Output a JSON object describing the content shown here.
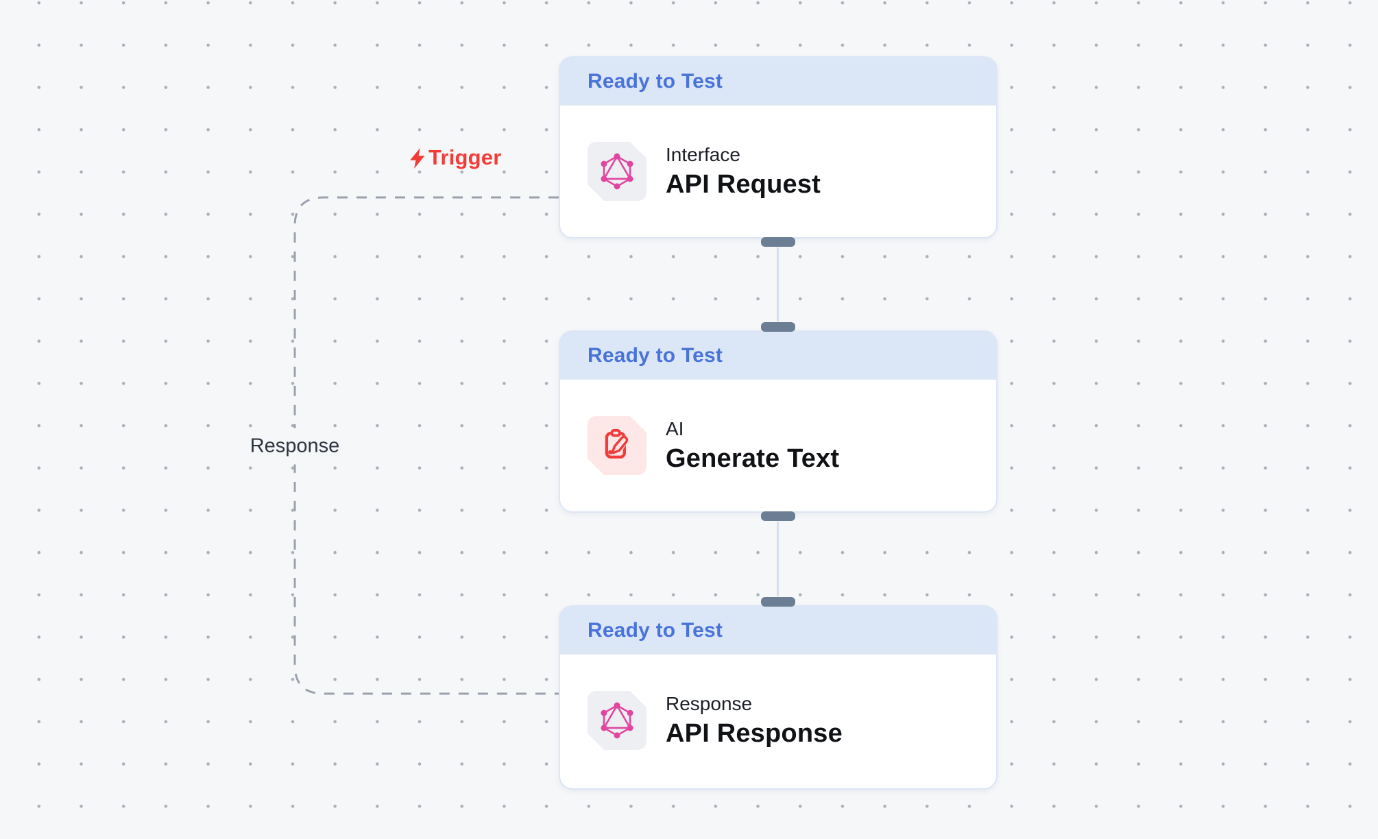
{
  "canvas": {
    "background_color": "#f6f7f9",
    "dot_grid_color": "#a9aeb8"
  },
  "labels": {
    "trigger": "Trigger",
    "response": "Response"
  },
  "nodes": [
    {
      "status": "Ready to Test",
      "category": "Interface",
      "title": "API Request",
      "icon": "graphql-icon",
      "has_input_handle": false,
      "has_output_handle": true
    },
    {
      "status": "Ready to Test",
      "category": "AI",
      "title": "Generate Text",
      "icon": "clipboard-pencil-icon",
      "has_input_handle": true,
      "has_output_handle": true
    },
    {
      "status": "Ready to Test",
      "category": "Response",
      "title": "API Response",
      "icon": "graphql-icon",
      "has_input_handle": true,
      "has_output_handle": false
    }
  ],
  "colors": {
    "status_text_blue": "#4a73da",
    "status_header_bg": "#dbe6f7",
    "card_border": "#dce6f6",
    "title_text": "#101215",
    "category_text": "#1b1f26",
    "trigger_red": "#f23b37",
    "response_label_text": "#2e3540",
    "graphql_pink": "#e0469f",
    "graphql_tile_bg": "#edeff3",
    "ai_icon_red": "#f23c3c",
    "ai_tile_bg": "#fde7e7",
    "handle_slate": "#6b7e93",
    "dashed_edge_gray": "#9aa1ad",
    "connector_line_light": "#d5dfec"
  }
}
